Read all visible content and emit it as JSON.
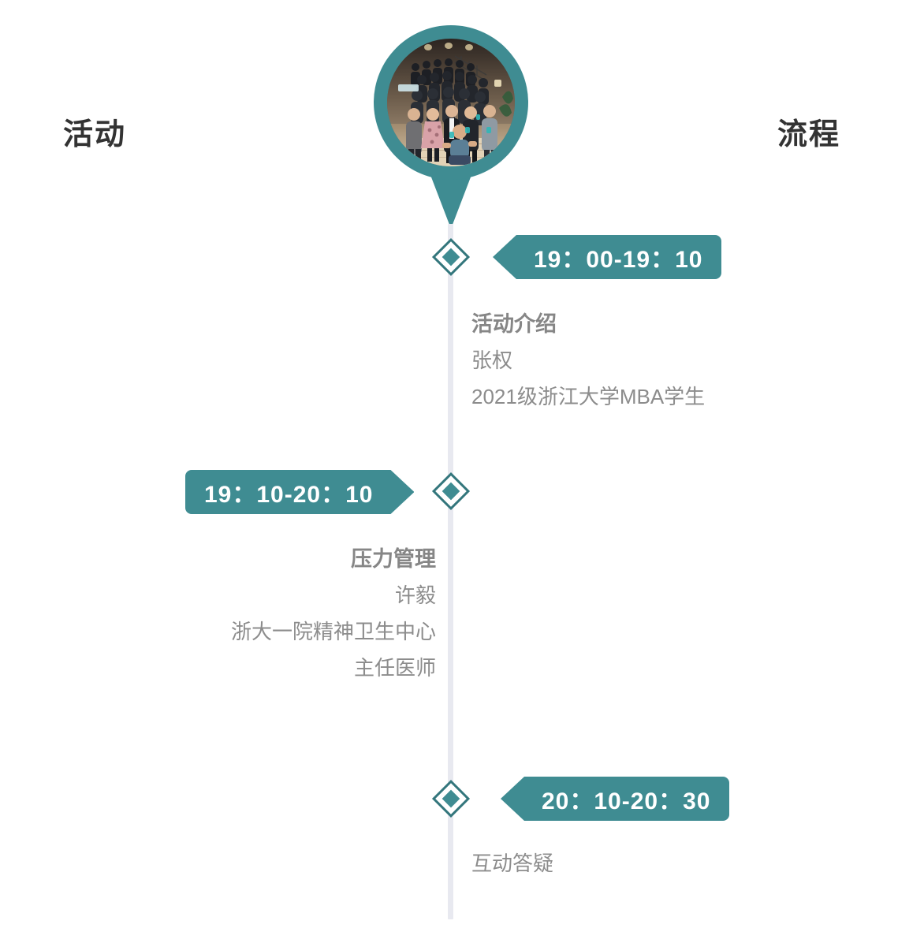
{
  "headings": {
    "left": "活动",
    "right": "流程"
  },
  "colors": {
    "teal": "#3f8c92",
    "teal_dark": "#33767c",
    "spine": "#e8e9f0",
    "heading_text": "#333333",
    "body_text": "#8c8c8c",
    "badge_text": "#ffffff"
  },
  "hero": {
    "photo_alt": "活动合影",
    "icon": "map-pin-photo"
  },
  "timeline": [
    {
      "time": "19：00-19：10",
      "badge_side": "right",
      "title": "活动介绍",
      "lines": [
        "张权",
        "2021级浙江大学MBA学生"
      ]
    },
    {
      "time": "19：10-20：10",
      "badge_side": "left",
      "title": "压力管理",
      "lines": [
        "许毅",
        "浙大一院精神卫生中心",
        "主任医师"
      ]
    },
    {
      "time": "20：10-20：30",
      "badge_side": "right",
      "title": "互动答疑",
      "lines": []
    }
  ]
}
